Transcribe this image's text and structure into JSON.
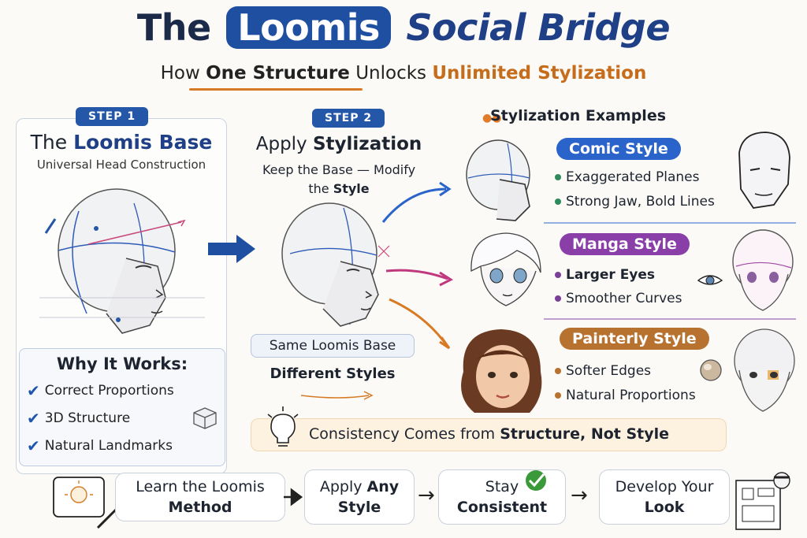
{
  "title": {
    "part1": "The",
    "highlight": "Loomis",
    "part2": "Social Bridge"
  },
  "subtitle": {
    "part1": "How",
    "bold": "One Structure",
    "part2": "Unlocks",
    "orange": "Unlimited Stylization"
  },
  "step1": {
    "badge": "STEP 1",
    "title_part1": "The",
    "title_bold": "Loomis Base",
    "subtitle": "Universal Head Construction",
    "why_title": "Why It Works:",
    "checks": [
      "Correct Proportions",
      "3D Structure",
      "Natural Landmarks"
    ]
  },
  "step2": {
    "badge": "STEP 2",
    "title_part1": "Apply",
    "title_bold": "Stylization",
    "sub_line1": "Keep the Base — Modify",
    "sub_line2_part1": "the",
    "sub_line2_bold": "Style",
    "same_base": "Same Loomis Base",
    "different_styles": "Different Styles"
  },
  "examples": {
    "header": "Stylization Examples",
    "styles": [
      {
        "name": "Comic Style",
        "bullets": [
          "Exaggerated Planes",
          "Strong Jaw, Bold Lines"
        ],
        "color": "#2a63c9",
        "dot": "#2f8a5b"
      },
      {
        "name": "Manga Style",
        "bullets": [
          "Larger Eyes",
          "Smoother Curves"
        ],
        "color": "#8a3fa8",
        "dot": "#7a3f98"
      },
      {
        "name": "Painterly Style",
        "bullets": [
          "Softer Edges",
          "Natural Proportions"
        ],
        "color": "#b8722f",
        "dot": "#b8722f"
      }
    ]
  },
  "banner": {
    "part1": "Consistency Comes from",
    "bold": "Structure, Not Style"
  },
  "flow": [
    {
      "line1": "Learn the Loomis",
      "line2": "Method"
    },
    {
      "line1_part1": "Apply",
      "line1_bold": "Any",
      "line2": "Style"
    },
    {
      "line1": "Stay",
      "line2": "Consistent"
    },
    {
      "line1": "Develop Your",
      "line2": "Look"
    }
  ],
  "colors": {
    "navy": "#1f3f86",
    "blue": "#2457a8",
    "orange": "#d77a23",
    "purple": "#8a3fa8",
    "green": "#3a9a3a"
  }
}
